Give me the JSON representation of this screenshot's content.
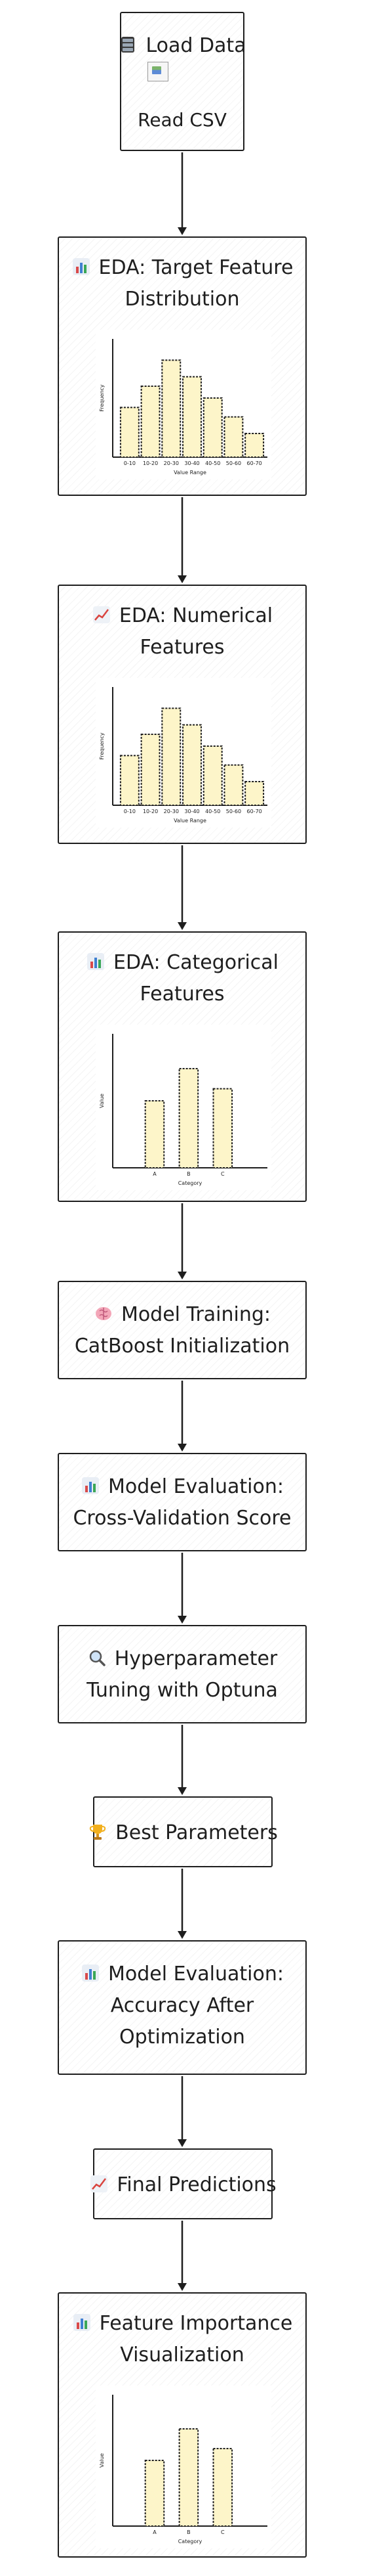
{
  "nodes": [
    {
      "icon": "database-icon",
      "emoji": "🗄",
      "title": "Load Data",
      "subtitle": "Read CSV"
    },
    {
      "icon": "bar-chart-icon",
      "title_lines": [
        "EDA: Target Feature",
        "Distribution"
      ]
    },
    {
      "icon": "trend-chart-icon",
      "title_lines": [
        "EDA: Numerical",
        "Features"
      ]
    },
    {
      "icon": "bar-chart-icon",
      "title_lines": [
        "EDA: Categorical",
        "Features"
      ]
    },
    {
      "icon": "brain-icon",
      "title_lines": [
        "Model Training:",
        "CatBoost Initialization"
      ]
    },
    {
      "icon": "bar-chart-icon",
      "title_lines": [
        "Model Evaluation:",
        "Cross-Validation Score"
      ]
    },
    {
      "icon": "search-icon",
      "title_lines": [
        "Hyperparameter",
        "Tuning with Optuna"
      ]
    },
    {
      "icon": "trophy-icon",
      "title_lines": [
        "Best Parameters"
      ]
    },
    {
      "icon": "bar-chart-icon",
      "title_lines": [
        "Model Evaluation:",
        "Accuracy After",
        "Optimization"
      ]
    },
    {
      "icon": "trend-chart-icon",
      "title_lines": [
        "Final Predictions"
      ]
    },
    {
      "icon": "bar-chart-icon",
      "title_lines": [
        "Feature Importance",
        "Visualization"
      ]
    }
  ],
  "colors": {
    "bar_fill": "#fdf5c9",
    "stroke": "#1e1e1e"
  },
  "chart_data": [
    {
      "type": "bar",
      "categories": [
        "0-10",
        "10-20",
        "20-30",
        "30-40",
        "40-50",
        "50-60",
        "60-70"
      ],
      "values": [
        42,
        60,
        82,
        68,
        50,
        34,
        20
      ],
      "xlabel": "Value Range",
      "ylabel": "Frequency",
      "ylim": [
        0,
        100
      ]
    },
    {
      "type": "bar",
      "categories": [
        "0-10",
        "10-20",
        "20-30",
        "30-40",
        "40-50",
        "50-60",
        "60-70"
      ],
      "values": [
        42,
        60,
        82,
        68,
        50,
        34,
        20
      ],
      "xlabel": "Value Range",
      "ylabel": "Frequency",
      "ylim": [
        0,
        100
      ]
    },
    {
      "type": "bar",
      "categories": [
        "A",
        "B",
        "C"
      ],
      "values": [
        50,
        74,
        59
      ],
      "xlabel": "Category",
      "ylabel": "Value",
      "ylim": [
        0,
        100
      ]
    },
    {
      "type": "bar",
      "categories": [
        "A",
        "B",
        "C"
      ],
      "values": [
        50,
        74,
        59
      ],
      "xlabel": "Category",
      "ylabel": "Value",
      "ylim": [
        0,
        100
      ]
    }
  ]
}
